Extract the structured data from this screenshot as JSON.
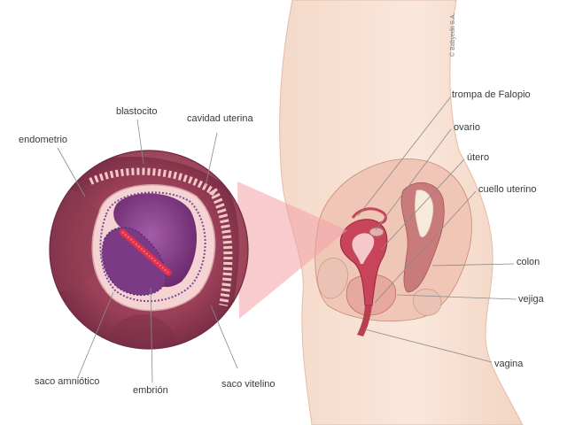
{
  "labels": {
    "blastocito": "blastocito",
    "cavidad_uterina": "cavidad uterina",
    "endometrio": "endometrio",
    "saco_amniotico": "saco amniótico",
    "embrion": "embrión",
    "saco_vitelino": "saco vitelino",
    "trompa_de_falopio": "trompa de Falopio",
    "ovario": "ovario",
    "utero": "útero",
    "cuello_uterino": "cuello uterino",
    "colon": "colon",
    "vejiga": "vejiga",
    "vagina": "vagina"
  },
  "copyright": "© Babyedit S.A.",
  "colors": {
    "skin": "#f7e1d3",
    "skin_outline": "#e4bca6",
    "tissue": "#a8485f",
    "uterus": "#c8445a",
    "cavity": "#7e2f78",
    "leader_line": "#8a8a8a",
    "magnifier_wedge": "#f2a1a8"
  }
}
